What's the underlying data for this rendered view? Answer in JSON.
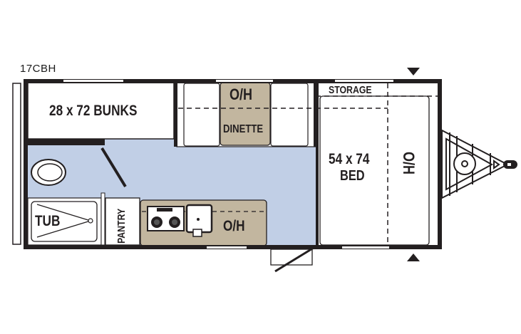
{
  "model_name": "17CBH",
  "colors": {
    "floor": "#c1cfe6",
    "cabinet": "#c2b69f",
    "wall": "#231f20",
    "white": "#ffffff"
  },
  "rooms": {
    "bunks": "28 x 72  BUNKS",
    "dinette_overhead": "O/H",
    "dinette": "DINETTE",
    "storage": "STORAGE",
    "bed_size": "54 x 74",
    "bed": "BED",
    "bed_overhead": "O/H",
    "tub": "TUB",
    "pantry": "PANTRY",
    "kitchen_overhead": "O/H"
  },
  "icons": [
    "toilet-icon",
    "tub-icon",
    "stove-icon",
    "sink-icon",
    "door-icon",
    "hitch-icon",
    "slide-marker-icon"
  ]
}
